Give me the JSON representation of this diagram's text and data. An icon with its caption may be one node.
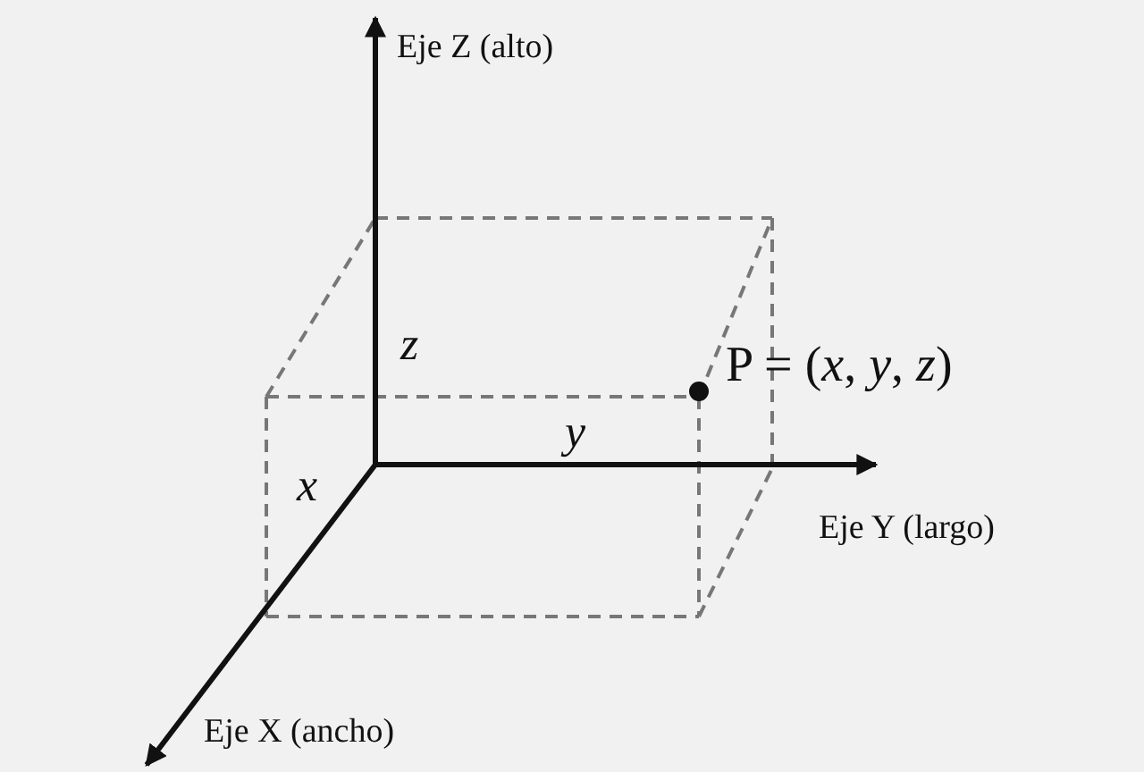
{
  "diagram": {
    "labels": [
      "Eje Z (alto)",
      "z",
      "P = (*x*, *y*, *z*)",
      "y",
      "Eje Y (largo)",
      "x",
      "Eje X (ancho)"
    ]
  }
}
